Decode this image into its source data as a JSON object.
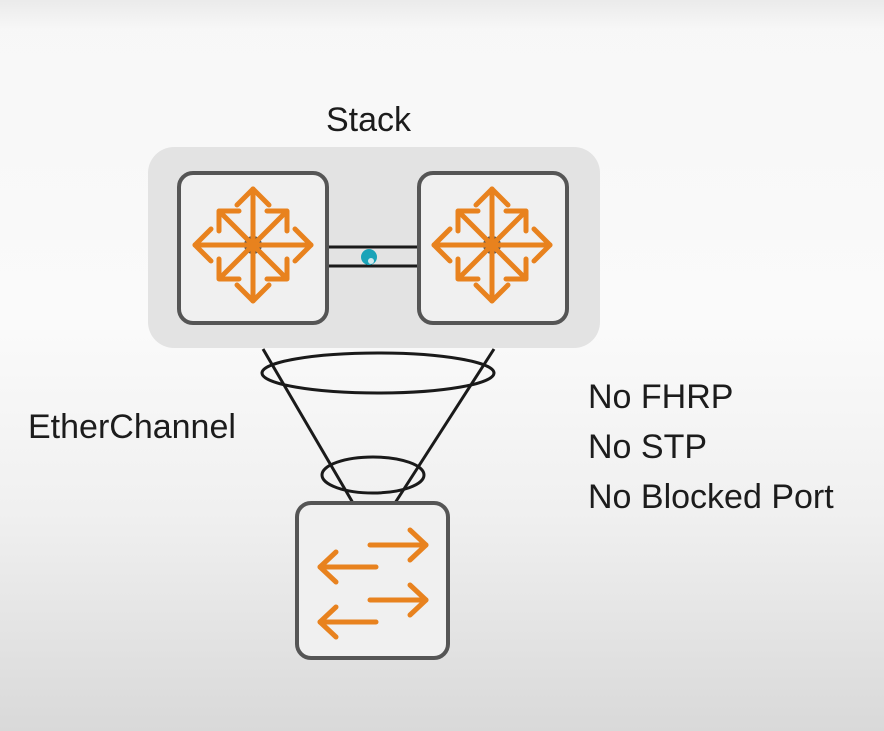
{
  "stack": {
    "title": "Stack"
  },
  "etherchannel": {
    "label": "EtherChannel"
  },
  "notes": [
    "No FHRP",
    "No STP",
    "No Blocked Port"
  ],
  "colors": {
    "accent_orange": "#e8821e",
    "device_border": "#555555",
    "device_fill": "#f0f0f0",
    "stack_background": "#e3e3e3",
    "line": "#1a1a1a",
    "cursor_dot": "#1aa3b8"
  },
  "icons": {
    "core_switch": "router-cross-arrows-icon",
    "access_switch": "switch-bidirectional-arrows-icon"
  }
}
